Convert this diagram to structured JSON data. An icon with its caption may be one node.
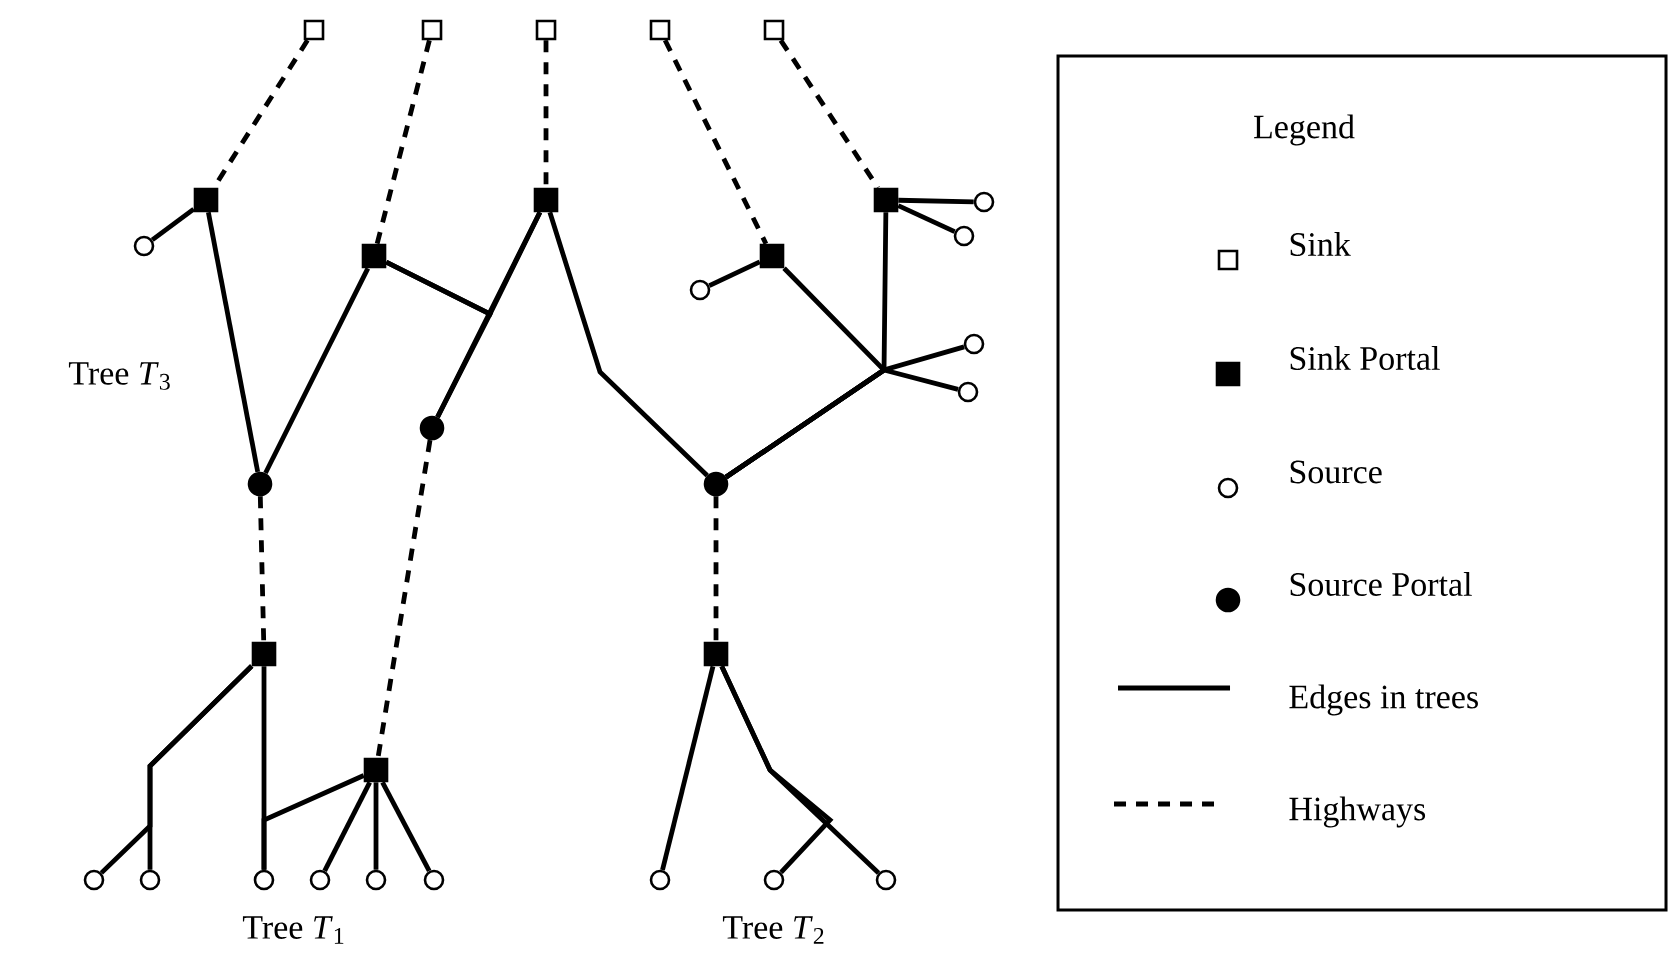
{
  "diagram": {
    "nodes": [
      {
        "text": [],
        "shape": "square"
      },
      {
        "text": [],
        "shape": "square"
      },
      {
        "text": [],
        "shape": "square"
      },
      {
        "text": [],
        "shape": "square"
      },
      {
        "text": [],
        "shape": "square"
      },
      {
        "text": [],
        "shape": "square"
      },
      {
        "text": [],
        "shape": "square"
      },
      {
        "text": [],
        "shape": "square"
      },
      {
        "text": [],
        "shape": "circle"
      },
      {
        "text": [],
        "shape": "circle"
      },
      {
        "text": [],
        "shape": "circle"
      },
      {
        "text": [],
        "shape": "square"
      },
      {
        "text": [],
        "shape": "square"
      },
      {
        "text": [],
        "shape": "circle"
      },
      {
        "text": [],
        "shape": "circle"
      },
      {
        "text": [],
        "shape": "circle"
      },
      {
        "text": [],
        "shape": "circle"
      },
      {
        "text": [],
        "shape": "circle"
      },
      {
        "text": [],
        "shape": "circle"
      },
      {
        "text": [],
        "shape": "square"
      },
      {
        "text": [],
        "shape": "square"
      },
      {
        "text": [],
        "shape": "square"
      },
      {
        "text": [],
        "shape": "circle"
      },
      {
        "text": [],
        "shape": "circle"
      },
      {
        "text": [],
        "shape": "circle"
      },
      {
        "text": [],
        "shape": "circle"
      },
      {
        "text": [],
        "shape": "circle"
      },
      {
        "text": [],
        "shape": "circle"
      },
      {
        "text": [],
        "shape": "circle"
      },
      {
        "text": [],
        "shape": "circle"
      },
      {
        "text": [],
        "shape": "circle"
      }
    ],
    "edges": [
      {
        "from": 0,
        "to": 5,
        "arrow": "none",
        "style": "dashed"
      },
      {
        "from": 1,
        "to": 11,
        "arrow": "none",
        "style": "dashed"
      },
      {
        "from": 2,
        "to": 6,
        "arrow": "none",
        "style": "dashed"
      },
      {
        "from": 3,
        "to": 12,
        "arrow": "none",
        "style": "dashed"
      },
      {
        "from": 4,
        "to": 7,
        "arrow": "none",
        "style": "dashed"
      },
      {
        "from": 17,
        "to": 19,
        "arrow": "none",
        "style": "dashed"
      },
      {
        "from": 16,
        "to": 21,
        "arrow": "none",
        "style": "dashed"
      },
      {
        "from": 18,
        "to": 20,
        "arrow": "none",
        "style": "dashed"
      },
      {
        "from": 5,
        "to": 10,
        "arrow": "none"
      },
      {
        "from": 5,
        "to": 17,
        "arrow": "none"
      },
      {
        "from": 11,
        "to": 17,
        "arrow": "none"
      },
      {
        "from": 11,
        "to": 6,
        "arrow": "none"
      },
      {
        "from": 11,
        "to": 16,
        "arrow": "none"
      },
      {
        "from": 6,
        "to": 16,
        "arrow": "none"
      },
      {
        "from": 6,
        "to": 18,
        "arrow": "none"
      },
      {
        "from": 12,
        "to": 13,
        "arrow": "none"
      },
      {
        "from": 12,
        "to": 18,
        "arrow": "none"
      },
      {
        "from": 7,
        "to": 18,
        "arrow": "none"
      },
      {
        "from": 7,
        "to": 8,
        "arrow": "none"
      },
      {
        "from": 7,
        "to": 9,
        "arrow": "none"
      },
      {
        "from": 14,
        "to": 18,
        "arrow": "none"
      },
      {
        "from": 15,
        "to": 18,
        "arrow": "none"
      },
      {
        "from": 19,
        "to": 22,
        "arrow": "none"
      },
      {
        "from": 19,
        "to": 23,
        "arrow": "none"
      },
      {
        "from": 19,
        "to": 24,
        "arrow": "none"
      },
      {
        "from": 21,
        "to": 24,
        "arrow": "none"
      },
      {
        "from": 21,
        "to": 25,
        "arrow": "none"
      },
      {
        "from": 21,
        "to": 26,
        "arrow": "none"
      },
      {
        "from": 21,
        "to": 27,
        "arrow": "none"
      },
      {
        "from": 20,
        "to": 28,
        "arrow": "none"
      },
      {
        "from": 20,
        "to": 29,
        "arrow": "none"
      },
      {
        "from": 20,
        "to": 30,
        "arrow": "none"
      }
    ],
    "labels": [
      "Legend",
      "Tree *T*$_{3}$",
      "Tree *T*$_{1}$",
      "Tree *T*$_{2}$"
    ],
    "legend": [
      {
        "text": "Sink"
      },
      {
        "text": "Sink Portal"
      },
      {
        "text": "Source"
      },
      {
        "text": "Source Portal"
      },
      {
        "text": "Edges in trees"
      },
      {
        "text": "Highways"
      }
    ]
  }
}
